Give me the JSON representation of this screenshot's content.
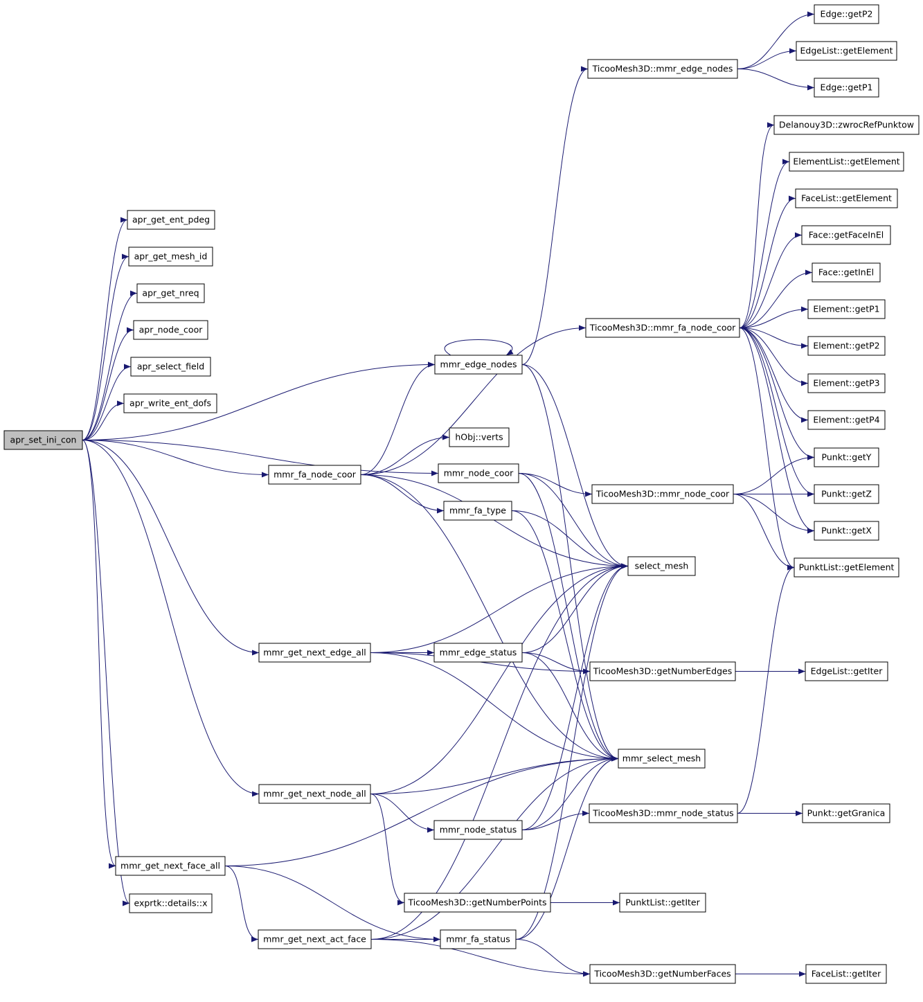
{
  "colors": {
    "edge": "#191970",
    "root_fill": "#bfbfbf",
    "node_fill": "#ffffff",
    "node_border": "#000000"
  },
  "nodes": {
    "apr_set_ini_con": "apr_set_ini_con",
    "apr_get_ent_pdeg": "apr_get_ent_pdeg",
    "apr_get_mesh_id": "apr_get_mesh_id",
    "apr_get_nreq": "apr_get_nreq",
    "apr_node_coor": "apr_node_coor",
    "apr_select_field": "apr_select_field",
    "apr_write_ent_dofs": "apr_write_ent_dofs",
    "mmr_fa_node_coor": "mmr_fa_node_coor",
    "mmr_get_next_edge_all": "mmr_get_next_edge_all",
    "mmr_get_next_node_all": "mmr_get_next_node_all",
    "mmr_get_next_face_all": "mmr_get_next_face_all",
    "exprtk_details_x": "exprtk::details::x",
    "mmr_get_next_act_face": "mmr_get_next_act_face",
    "mmr_edge_nodes": "mmr_edge_nodes",
    "hobj_verts": "hObj::verts",
    "mmr_node_coor": "mmr_node_coor",
    "mmr_fa_type": "mmr_fa_type",
    "mmr_edge_status": "mmr_edge_status",
    "mmr_node_status": "mmr_node_status",
    "ticoo_get_number_points": "TicooMesh3D::getNumberPoints",
    "mmr_fa_status": "mmr_fa_status",
    "ticoo_mmr_edge_nodes": "TicooMesh3D::mmr_edge_nodes",
    "ticoo_mmr_fa_node_coor": "TicooMesh3D::mmr_fa_node_coor",
    "ticoo_mmr_node_coor": "TicooMesh3D::mmr_node_coor",
    "select_mesh": "select_mesh",
    "ticoo_get_number_edges": "TicooMesh3D::getNumberEdges",
    "mmr_select_mesh": "mmr_select_mesh",
    "ticoo_mmr_node_status": "TicooMesh3D::mmr_node_status",
    "punktlist_get_iter": "PunktList::getIter",
    "ticoo_get_number_faces": "TicooMesh3D::getNumberFaces",
    "edge_get_p2": "Edge::getP2",
    "edgelist_get_element": "EdgeList::getElement",
    "edge_get_p1": "Edge::getP1",
    "delanouy_zwroc": "Delanouy3D::zwrocRefPunktow",
    "elementlist_get_element": "ElementList::getElement",
    "facelist_get_element": "FaceList::getElement",
    "face_get_face_in_el": "Face::getFaceInEl",
    "face_get_in_el": "Face::getInEl",
    "element_get_p1": "Element::getP1",
    "element_get_p2": "Element::getP2",
    "element_get_p3": "Element::getP3",
    "element_get_p4": "Element::getP4",
    "punkt_get_y": "Punkt::getY",
    "punkt_get_z": "Punkt::getZ",
    "punkt_get_x": "Punkt::getX",
    "punktlist_get_element": "PunktList::getElement",
    "edgelist_get_iter": "EdgeList::getIter",
    "punkt_get_granica": "Punkt::getGranica",
    "facelist_get_iter": "FaceList::getIter"
  },
  "edges": [
    [
      "apr_set_ini_con",
      "apr_get_ent_pdeg"
    ],
    [
      "apr_set_ini_con",
      "apr_get_mesh_id"
    ],
    [
      "apr_set_ini_con",
      "apr_get_nreq"
    ],
    [
      "apr_set_ini_con",
      "apr_node_coor"
    ],
    [
      "apr_set_ini_con",
      "apr_select_field"
    ],
    [
      "apr_set_ini_con",
      "apr_write_ent_dofs"
    ],
    [
      "apr_set_ini_con",
      "mmr_edge_nodes"
    ],
    [
      "apr_set_ini_con",
      "mmr_fa_node_coor"
    ],
    [
      "apr_set_ini_con",
      "mmr_node_coor"
    ],
    [
      "apr_set_ini_con",
      "mmr_get_next_edge_all"
    ],
    [
      "apr_set_ini_con",
      "mmr_get_next_node_all"
    ],
    [
      "apr_set_ini_con",
      "mmr_get_next_face_all"
    ],
    [
      "apr_set_ini_con",
      "exprtk_details_x"
    ],
    [
      "mmr_fa_node_coor",
      "mmr_edge_nodes"
    ],
    [
      "mmr_fa_node_coor",
      "hobj_verts"
    ],
    [
      "mmr_fa_node_coor",
      "mmr_fa_type"
    ],
    [
      "mmr_fa_node_coor",
      "select_mesh"
    ],
    [
      "mmr_fa_node_coor",
      "ticoo_mmr_fa_node_coor"
    ],
    [
      "mmr_fa_node_coor",
      "mmr_select_mesh"
    ],
    [
      "mmr_edge_nodes",
      "mmr_edge_nodes"
    ],
    [
      "mmr_edge_nodes",
      "ticoo_mmr_edge_nodes"
    ],
    [
      "mmr_edge_nodes",
      "select_mesh"
    ],
    [
      "mmr_edge_nodes",
      "mmr_select_mesh"
    ],
    [
      "mmr_node_coor",
      "ticoo_mmr_node_coor"
    ],
    [
      "mmr_node_coor",
      "select_mesh"
    ],
    [
      "mmr_node_coor",
      "mmr_select_mesh"
    ],
    [
      "mmr_fa_type",
      "select_mesh"
    ],
    [
      "mmr_fa_type",
      "mmr_select_mesh"
    ],
    [
      "mmr_get_next_edge_all",
      "mmr_edge_status"
    ],
    [
      "mmr_get_next_edge_all",
      "select_mesh"
    ],
    [
      "mmr_get_next_edge_all",
      "ticoo_get_number_edges"
    ],
    [
      "mmr_get_next_edge_all",
      "mmr_select_mesh"
    ],
    [
      "mmr_edge_status",
      "select_mesh"
    ],
    [
      "mmr_edge_status",
      "ticoo_get_number_edges"
    ],
    [
      "mmr_edge_status",
      "mmr_select_mesh"
    ],
    [
      "mmr_get_next_node_all",
      "select_mesh"
    ],
    [
      "mmr_get_next_node_all",
      "mmr_select_mesh"
    ],
    [
      "mmr_get_next_node_all",
      "mmr_node_status"
    ],
    [
      "mmr_get_next_node_all",
      "ticoo_get_number_points"
    ],
    [
      "mmr_node_status",
      "select_mesh"
    ],
    [
      "mmr_node_status",
      "mmr_select_mesh"
    ],
    [
      "mmr_node_status",
      "ticoo_mmr_node_status"
    ],
    [
      "mmr_get_next_face_all",
      "mmr_select_mesh"
    ],
    [
      "mmr_get_next_face_all",
      "mmr_get_next_act_face"
    ],
    [
      "mmr_get_next_face_all",
      "mmr_fa_status"
    ],
    [
      "mmr_get_next_act_face",
      "select_mesh"
    ],
    [
      "mmr_get_next_act_face",
      "mmr_fa_status"
    ],
    [
      "mmr_get_next_act_face",
      "ticoo_get_number_faces"
    ],
    [
      "mmr_get_next_act_face",
      "mmr_select_mesh"
    ],
    [
      "mmr_fa_status",
      "select_mesh"
    ],
    [
      "mmr_fa_status",
      "mmr_select_mesh"
    ],
    [
      "mmr_fa_status",
      "ticoo_get_number_faces"
    ],
    [
      "ticoo_get_number_points",
      "punktlist_get_iter"
    ],
    [
      "ticoo_mmr_edge_nodes",
      "edge_get_p2"
    ],
    [
      "ticoo_mmr_edge_nodes",
      "edgelist_get_element"
    ],
    [
      "ticoo_mmr_edge_nodes",
      "edge_get_p1"
    ],
    [
      "ticoo_mmr_fa_node_coor",
      "delanouy_zwroc"
    ],
    [
      "ticoo_mmr_fa_node_coor",
      "elementlist_get_element"
    ],
    [
      "ticoo_mmr_fa_node_coor",
      "facelist_get_element"
    ],
    [
      "ticoo_mmr_fa_node_coor",
      "face_get_face_in_el"
    ],
    [
      "ticoo_mmr_fa_node_coor",
      "face_get_in_el"
    ],
    [
      "ticoo_mmr_fa_node_coor",
      "element_get_p1"
    ],
    [
      "ticoo_mmr_fa_node_coor",
      "element_get_p2"
    ],
    [
      "ticoo_mmr_fa_node_coor",
      "element_get_p3"
    ],
    [
      "ticoo_mmr_fa_node_coor",
      "element_get_p4"
    ],
    [
      "ticoo_mmr_fa_node_coor",
      "punkt_get_y"
    ],
    [
      "ticoo_mmr_fa_node_coor",
      "punkt_get_z"
    ],
    [
      "ticoo_mmr_fa_node_coor",
      "punkt_get_x"
    ],
    [
      "ticoo_mmr_fa_node_coor",
      "punktlist_get_element"
    ],
    [
      "ticoo_mmr_node_coor",
      "punkt_get_y"
    ],
    [
      "ticoo_mmr_node_coor",
      "punkt_get_z"
    ],
    [
      "ticoo_mmr_node_coor",
      "punkt_get_x"
    ],
    [
      "ticoo_mmr_node_coor",
      "punktlist_get_element"
    ],
    [
      "ticoo_get_number_edges",
      "edgelist_get_iter"
    ],
    [
      "ticoo_mmr_node_status",
      "punkt_get_granica"
    ],
    [
      "ticoo_mmr_node_status",
      "punktlist_get_element"
    ],
    [
      "ticoo_get_number_faces",
      "facelist_get_iter"
    ]
  ]
}
